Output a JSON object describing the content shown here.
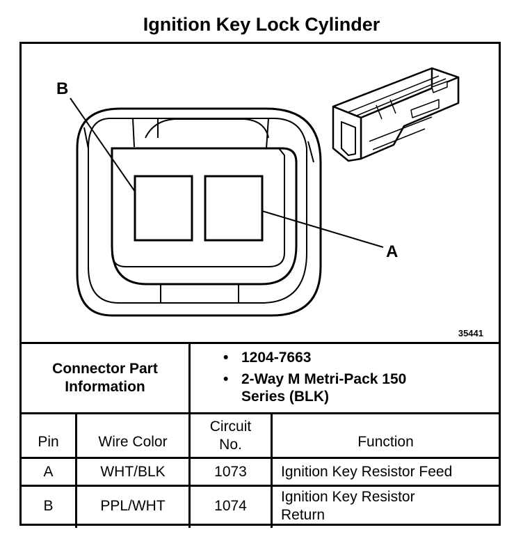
{
  "title": "Ignition Key Lock Cylinder",
  "diagram": {
    "figure_number": "35441",
    "callouts": [
      "A",
      "B"
    ],
    "icons": [
      "connector-face-icon",
      "connector-3d-icon"
    ]
  },
  "connector_info": {
    "label": "Connector Part Information",
    "bullet": "•",
    "items": [
      "1204-7663",
      "2-Way M Metri-Pack 150 Series (BLK)"
    ]
  },
  "table": {
    "headers": {
      "pin": "Pin",
      "wire_color": "Wire Color",
      "circuit_no": "Circuit No.",
      "function": "Function"
    },
    "rows": [
      {
        "pin": "A",
        "wire_color": "WHT/BLK",
        "circuit_no": "1073",
        "function": "Ignition Key Resistor Feed"
      },
      {
        "pin": "B",
        "wire_color": "PPL/WHT",
        "circuit_no": "1074",
        "function": "Ignition Key Resistor Return"
      }
    ]
  }
}
